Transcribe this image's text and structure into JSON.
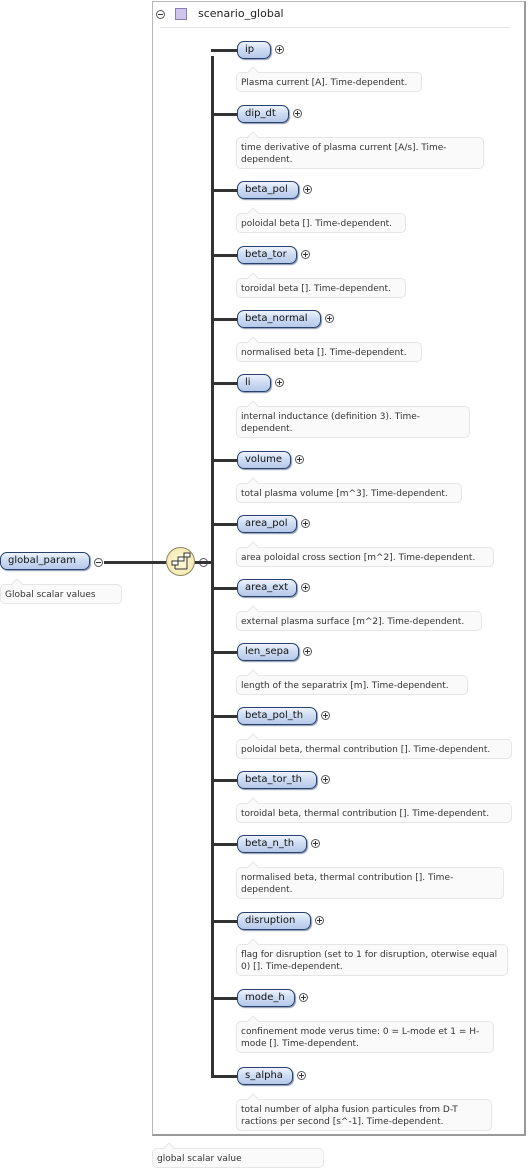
{
  "root": {
    "label": "global_param",
    "description": "Global scalar values"
  },
  "container": {
    "title": "scenario_global",
    "footer_description": "global scalar value"
  },
  "elements": [
    {
      "label": "ip",
      "description": "Plasma current [A]. Time-dependent."
    },
    {
      "label": "dip_dt",
      "description": "time derivative of plasma current [A/s]. Time-dependent."
    },
    {
      "label": "beta_pol",
      "description": "poloidal beta []. Time-dependent."
    },
    {
      "label": "beta_tor",
      "description": "toroidal beta []. Time-dependent."
    },
    {
      "label": "beta_normal",
      "description": "normalised beta []. Time-dependent."
    },
    {
      "label": "li",
      "description": "internal inductance (definition 3). Time-dependent."
    },
    {
      "label": "volume",
      "description": "total plasma volume [m^3]. Time-dependent."
    },
    {
      "label": "area_pol",
      "description": "area poloidal cross section [m^2]. Time-dependent."
    },
    {
      "label": "area_ext",
      "description": "external plasma surface [m^2]. Time-dependent."
    },
    {
      "label": "len_sepa",
      "description": "length of the separatrix [m]. Time-dependent."
    },
    {
      "label": "beta_pol_th",
      "description": "poloidal beta, thermal contribution []. Time-dependent."
    },
    {
      "label": "beta_tor_th",
      "description": "toroidal beta, thermal contribution []. Time-dependent."
    },
    {
      "label": "beta_n_th",
      "description": "normalised beta, thermal contribution []. Time-dependent."
    },
    {
      "label": "disruption",
      "description": "flag for disruption (set to 1 for disruption, oterwise equal 0) []. Time-dependent."
    },
    {
      "label": "mode_h",
      "description": "confinement mode verus time: 0 = L-mode et 1 = H-mode []. Time-dependent."
    },
    {
      "label": "s_alpha",
      "description": "total number of alpha fusion particules from D-T ractions per second [s^-1]. Time-dependent."
    }
  ]
}
